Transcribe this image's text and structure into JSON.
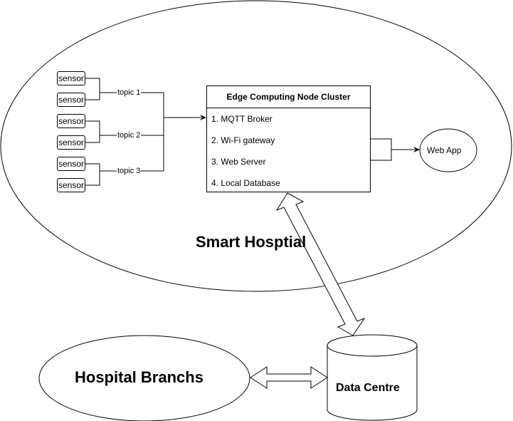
{
  "diagram": {
    "regions": {
      "smart_hospital": "Smart Hosptial",
      "hospital_branches": "Hospital Branchs",
      "data_centre": "Data Centre",
      "web_app": "Web App"
    },
    "sensors": [
      "sensor",
      "sensor",
      "sensor",
      "sensor",
      "sensor",
      "sensor"
    ],
    "topics": [
      "topic 1",
      "topic 2",
      "topic 3"
    ],
    "cluster": {
      "title": "Edge Computing Node Cluster",
      "items": [
        "1. MQTT Broker",
        "2. Wi-Fi gateway",
        "3. Web Server",
        "4. Local Database"
      ]
    },
    "connections": [
      {
        "from": "sensors",
        "to": "topics"
      },
      {
        "from": "topics",
        "to": "Edge Computing Node Cluster",
        "type": "arrow"
      },
      {
        "from": "Edge Computing Node Cluster",
        "to": "Web App",
        "type": "arrow"
      },
      {
        "from": "Edge Computing Node Cluster",
        "to": "Data Centre",
        "type": "bidirectional"
      },
      {
        "from": "Hospital Branchs",
        "to": "Data Centre",
        "type": "bidirectional"
      }
    ]
  }
}
